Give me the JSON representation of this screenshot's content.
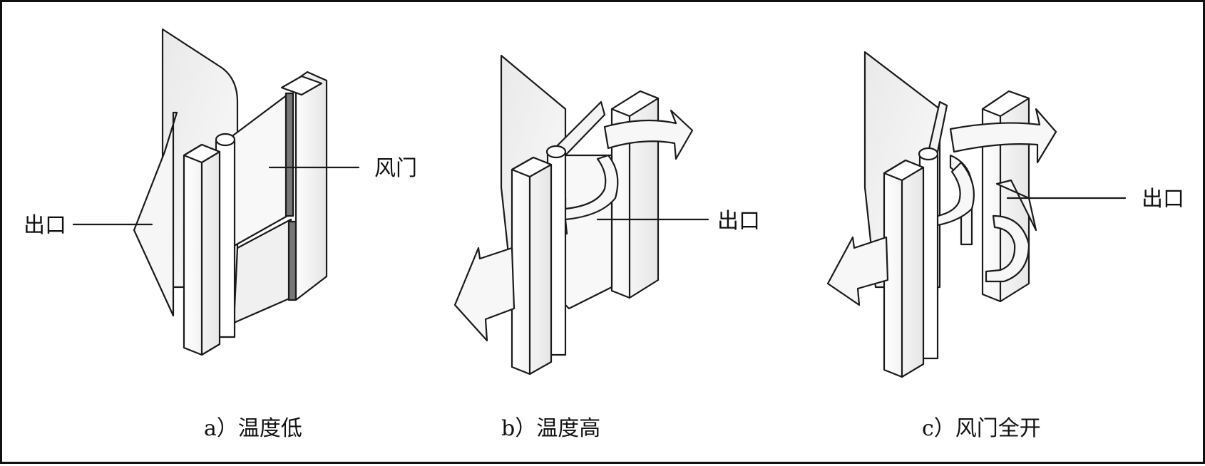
{
  "figure": {
    "panels": [
      {
        "id": "a",
        "caption": "a）温度低",
        "labels": [
          "出口",
          "风门"
        ]
      },
      {
        "id": "b",
        "caption": "b）温度高",
        "labels": [
          "出口"
        ]
      },
      {
        "id": "c",
        "caption": "c）风门全开",
        "labels": [
          "出口"
        ]
      }
    ]
  },
  "colors": {
    "stroke": "#1a1a1a",
    "panel_fill": "#f2f2f2",
    "face_fill": "#fafafa",
    "seal_fill": "#777777"
  }
}
